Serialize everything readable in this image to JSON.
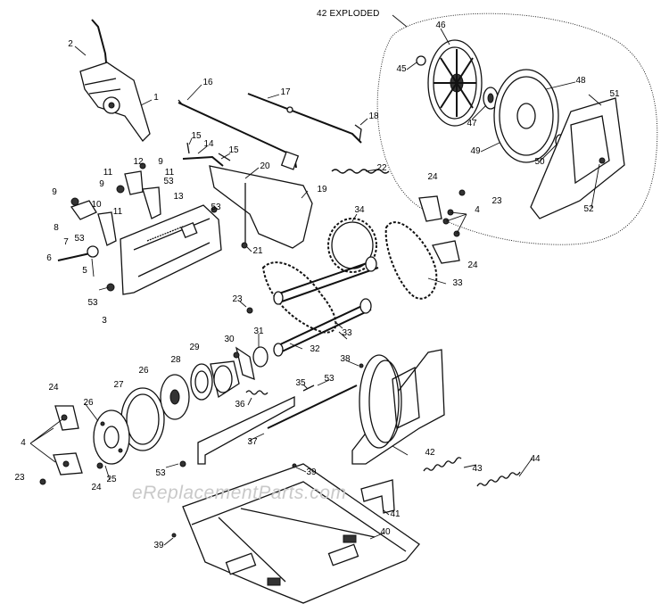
{
  "diagram": {
    "exploded_title": "42 EXPLODED",
    "watermark": "eReplacementParts.com",
    "callouts": [
      {
        "id": "c-1",
        "text": "1"
      },
      {
        "id": "c-2",
        "text": "2"
      },
      {
        "id": "c-3",
        "text": "3"
      },
      {
        "id": "c-4a",
        "text": "4"
      },
      {
        "id": "c-4b",
        "text": "4"
      },
      {
        "id": "c-5",
        "text": "5"
      },
      {
        "id": "c-6",
        "text": "6"
      },
      {
        "id": "c-7",
        "text": "7"
      },
      {
        "id": "c-8",
        "text": "8"
      },
      {
        "id": "c-9a",
        "text": "9"
      },
      {
        "id": "c-9b",
        "text": "9"
      },
      {
        "id": "c-9c",
        "text": "9"
      },
      {
        "id": "c-10",
        "text": "10"
      },
      {
        "id": "c-11a",
        "text": "11"
      },
      {
        "id": "c-11b",
        "text": "11"
      },
      {
        "id": "c-11c",
        "text": "11"
      },
      {
        "id": "c-12",
        "text": "12"
      },
      {
        "id": "c-13",
        "text": "13"
      },
      {
        "id": "c-14",
        "text": "14"
      },
      {
        "id": "c-15a",
        "text": "15"
      },
      {
        "id": "c-15b",
        "text": "15"
      },
      {
        "id": "c-16",
        "text": "16"
      },
      {
        "id": "c-17",
        "text": "17"
      },
      {
        "id": "c-18",
        "text": "18"
      },
      {
        "id": "c-19",
        "text": "19"
      },
      {
        "id": "c-20",
        "text": "20"
      },
      {
        "id": "c-21",
        "text": "21"
      },
      {
        "id": "c-22",
        "text": "22"
      },
      {
        "id": "c-23a",
        "text": "23"
      },
      {
        "id": "c-23b",
        "text": "23"
      },
      {
        "id": "c-23c",
        "text": "23"
      },
      {
        "id": "c-24a",
        "text": "24"
      },
      {
        "id": "c-24b",
        "text": "24"
      },
      {
        "id": "c-24c",
        "text": "24"
      },
      {
        "id": "c-24d",
        "text": "24"
      },
      {
        "id": "c-25",
        "text": "25"
      },
      {
        "id": "c-26a",
        "text": "26"
      },
      {
        "id": "c-26b",
        "text": "26"
      },
      {
        "id": "c-27",
        "text": "27"
      },
      {
        "id": "c-28",
        "text": "28"
      },
      {
        "id": "c-29",
        "text": "29"
      },
      {
        "id": "c-30",
        "text": "30"
      },
      {
        "id": "c-31",
        "text": "31"
      },
      {
        "id": "c-32",
        "text": "32"
      },
      {
        "id": "c-33a",
        "text": "33"
      },
      {
        "id": "c-33b",
        "text": "33"
      },
      {
        "id": "c-34",
        "text": "34"
      },
      {
        "id": "c-35",
        "text": "35"
      },
      {
        "id": "c-36",
        "text": "36"
      },
      {
        "id": "c-37",
        "text": "37"
      },
      {
        "id": "c-38",
        "text": "38"
      },
      {
        "id": "c-39a",
        "text": "39"
      },
      {
        "id": "c-39b",
        "text": "39"
      },
      {
        "id": "c-40",
        "text": "40"
      },
      {
        "id": "c-41",
        "text": "41"
      },
      {
        "id": "c-42",
        "text": "42"
      },
      {
        "id": "c-43",
        "text": "43"
      },
      {
        "id": "c-44",
        "text": "44"
      },
      {
        "id": "c-45",
        "text": "45"
      },
      {
        "id": "c-46",
        "text": "46"
      },
      {
        "id": "c-47",
        "text": "47"
      },
      {
        "id": "c-48",
        "text": "48"
      },
      {
        "id": "c-49",
        "text": "49"
      },
      {
        "id": "c-50",
        "text": "50"
      },
      {
        "id": "c-51",
        "text": "51"
      },
      {
        "id": "c-52",
        "text": "52"
      },
      {
        "id": "c-53a",
        "text": "53"
      },
      {
        "id": "c-53b",
        "text": "53"
      },
      {
        "id": "c-53c",
        "text": "53"
      },
      {
        "id": "c-53d",
        "text": "53"
      },
      {
        "id": "c-53e",
        "text": "53"
      },
      {
        "id": "c-53f",
        "text": "53"
      }
    ]
  }
}
